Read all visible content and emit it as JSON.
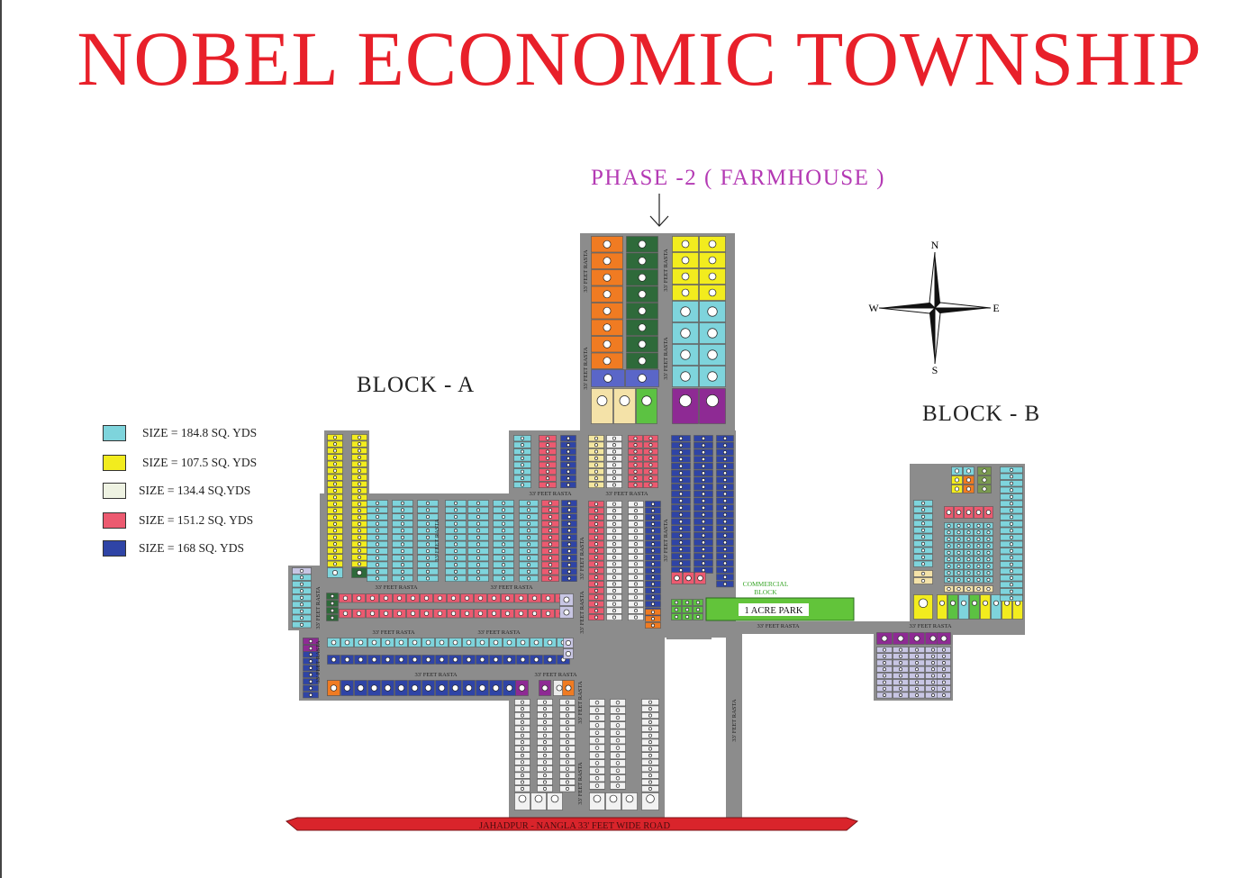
{
  "title": "NOBEL ECONOMIC TOWNSHIP",
  "phase_label": "PHASE -2 ( FARMHOUSE )",
  "blocks": {
    "a": "BLOCK - A",
    "b": "BLOCK - B"
  },
  "legend": [
    {
      "text": "SIZE = 184.8 SQ. YDS",
      "color": "#7ed4dc"
    },
    {
      "text": "SIZE = 107.5 SQ. YDS",
      "color": "#f2ec1e"
    },
    {
      "text": "SIZE =  134.4 SQ.YDS",
      "color": "#eef2e2"
    },
    {
      "text": "SIZE = 151.2 SQ. YDS",
      "color": "#ec5a70"
    },
    {
      "text": "SIZE = 168 SQ. YDS",
      "color": "#2f44a6"
    }
  ],
  "compass": {
    "n": "N",
    "s": "S",
    "e": "E",
    "w": "W"
  },
  "labels": {
    "commercial": "COMMERCIAL BLOCK",
    "park": "1 ACRE PARK",
    "main_road": "JAHADPUR - NANGLA 33' FEET WIDE ROAD",
    "rasta": "33' FEET RASTA"
  },
  "colors": {
    "road": "#8c8c8c",
    "road_red": "#d9242b",
    "park": "#62c43a",
    "orange": "#f07b22",
    "dark_green": "#2e6a3a",
    "light_blue": "#7ed4dc",
    "yellow": "#f2ec1e",
    "cream": "#f4e2a8",
    "pink": "#ec5a70",
    "blue": "#2f44a6",
    "purple": "#8e2a94",
    "periwinkle": "#5a66c8",
    "lavender": "#c8c6e4",
    "white_plot": "#f1f1f1"
  }
}
